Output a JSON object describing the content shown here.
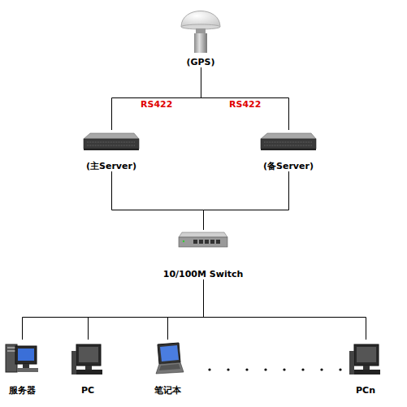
{
  "diagram": {
    "nodes": [
      {
        "text": [
          "(GPS)"
        ]
      },
      {
        "text": [
          "(主Server)"
        ]
      },
      {
        "text": [
          "(备Server)"
        ]
      },
      {
        "text": [
          "10/100M Switch"
        ]
      },
      {
        "text": [
          "服务器"
        ]
      },
      {
        "text": [
          "PC"
        ]
      },
      {
        "text": [
          "笔记本"
        ]
      },
      {
        "text": [
          "PCn"
        ]
      }
    ],
    "edges": [
      {
        "from": 0,
        "to": 1,
        "arrow": "none",
        "label": "RS422"
      },
      {
        "from": 0,
        "to": 2,
        "arrow": "none",
        "label": "RS422"
      },
      {
        "from": 1,
        "to": 3,
        "arrow": "none"
      },
      {
        "from": 2,
        "to": 3,
        "arrow": "none"
      },
      {
        "from": 3,
        "to": 4,
        "arrow": "none"
      },
      {
        "from": 3,
        "to": 5,
        "arrow": "none"
      },
      {
        "from": 3,
        "to": 6,
        "arrow": "none"
      },
      {
        "from": 3,
        "to": 7,
        "arrow": "none"
      }
    ]
  }
}
